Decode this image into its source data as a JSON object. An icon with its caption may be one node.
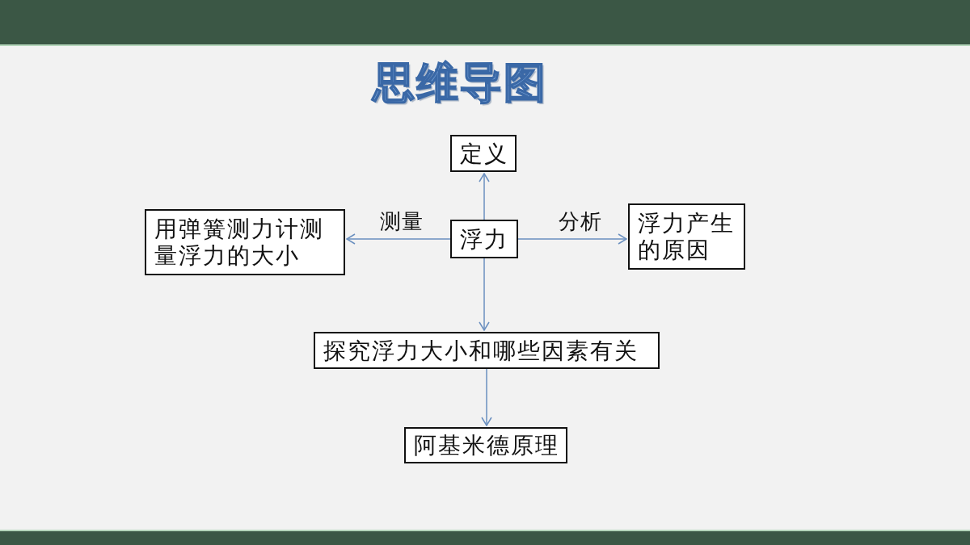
{
  "diagram": {
    "title": "思维导图",
    "nodes": [
      {
        "text": [
          "定义"
        ]
      },
      {
        "text": [
          "用弹簧测力计测量浮力的大小"
        ]
      },
      {
        "text": [
          "浮力"
        ]
      },
      {
        "text": [
          "浮力产生的原因"
        ]
      },
      {
        "text": [
          "探究浮力大小和哪些因素有关"
        ]
      },
      {
        "text": [
          "阿基米德原理"
        ]
      }
    ],
    "edges": [
      {
        "from": 2,
        "to": 0,
        "arrow": "to"
      },
      {
        "from": 2,
        "to": 1,
        "arrow": "to",
        "label": "测量"
      },
      {
        "from": 2,
        "to": 3,
        "arrow": "to",
        "label": "分析"
      },
      {
        "from": 2,
        "to": 4,
        "arrow": "to"
      },
      {
        "from": 4,
        "to": 5,
        "arrow": "to"
      }
    ]
  }
}
